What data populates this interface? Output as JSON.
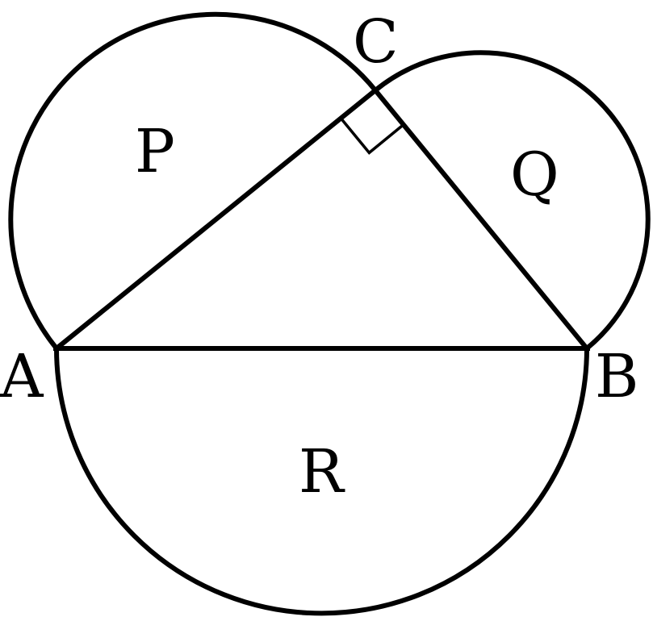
{
  "diagram": {
    "vertices": {
      "a": "A",
      "b": "B",
      "c": "C"
    },
    "regions": {
      "p": "P",
      "q": "Q",
      "r": "R"
    },
    "right_angle_at": "C",
    "stroke_color": "#000000",
    "background_color": "#ffffff"
  }
}
